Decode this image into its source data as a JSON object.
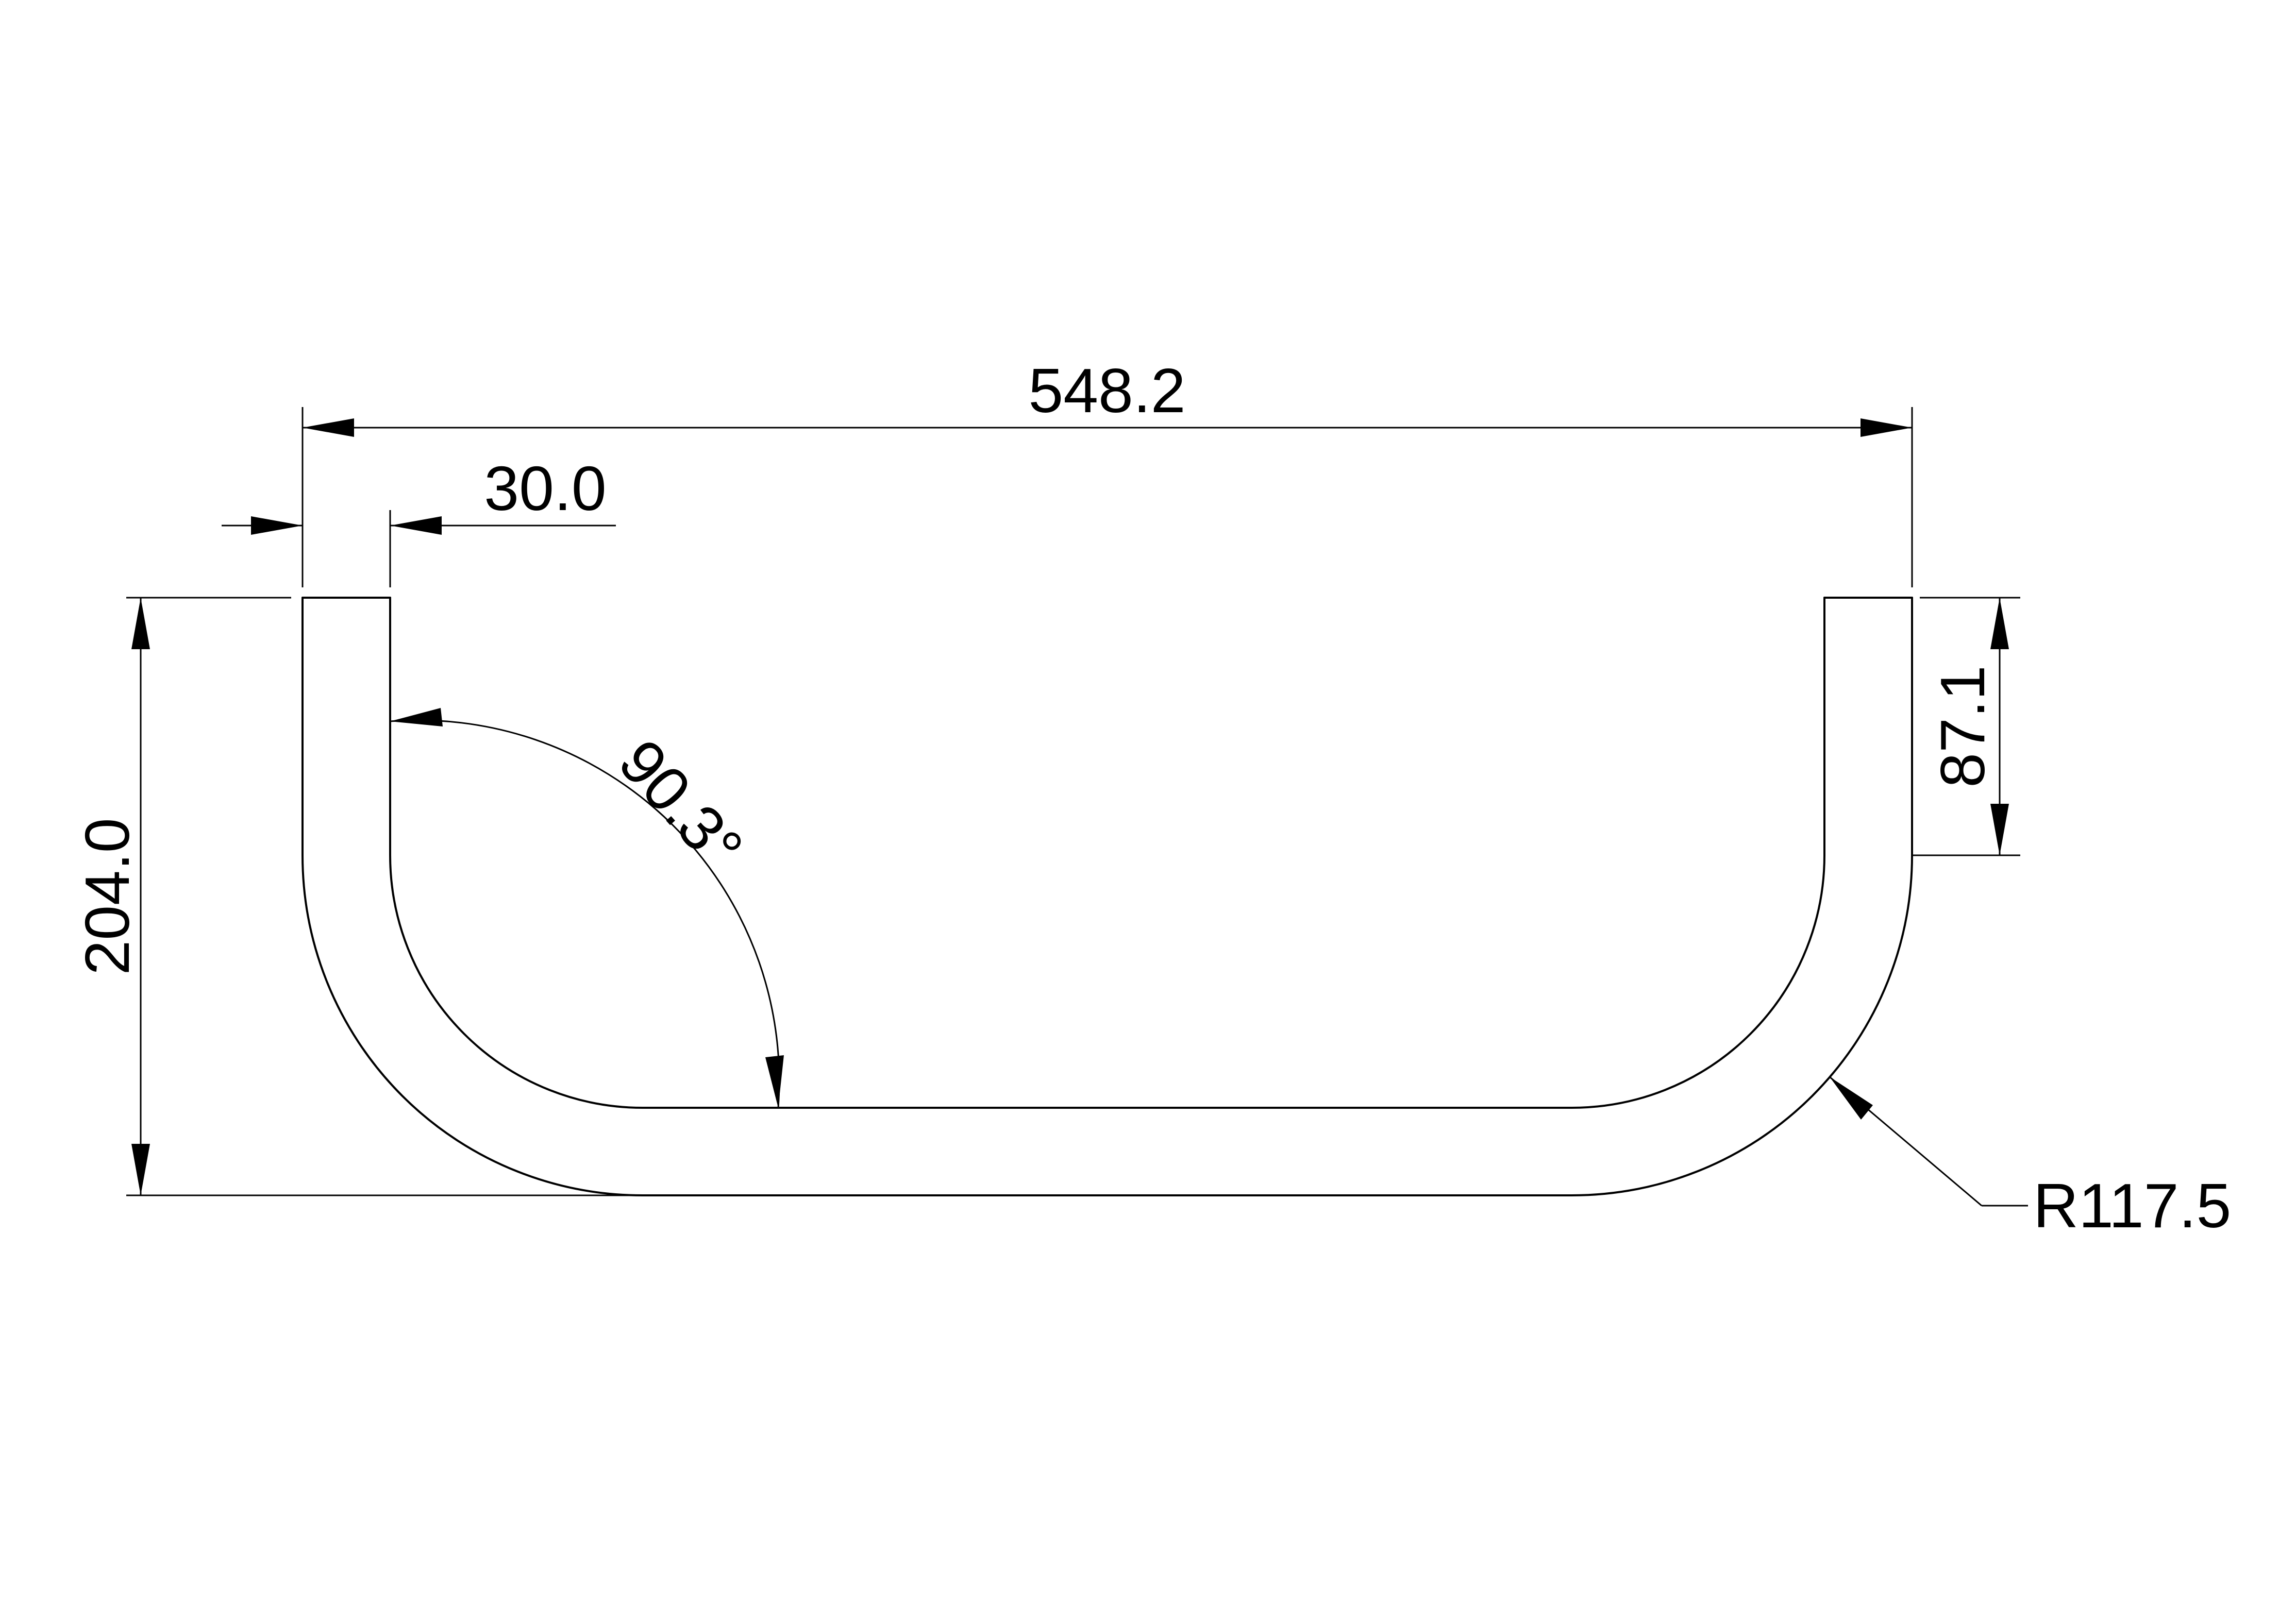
{
  "drawing": {
    "units_hidden": true,
    "line_color": "#000000",
    "background": "#ffffff"
  },
  "dimensions": {
    "overall_width": "548.2",
    "wall_thickness": "30.0",
    "overall_height": "204.0",
    "straight_leg": "87.1",
    "bend_angle": "90.3°",
    "bend_radius": "R117.5"
  }
}
